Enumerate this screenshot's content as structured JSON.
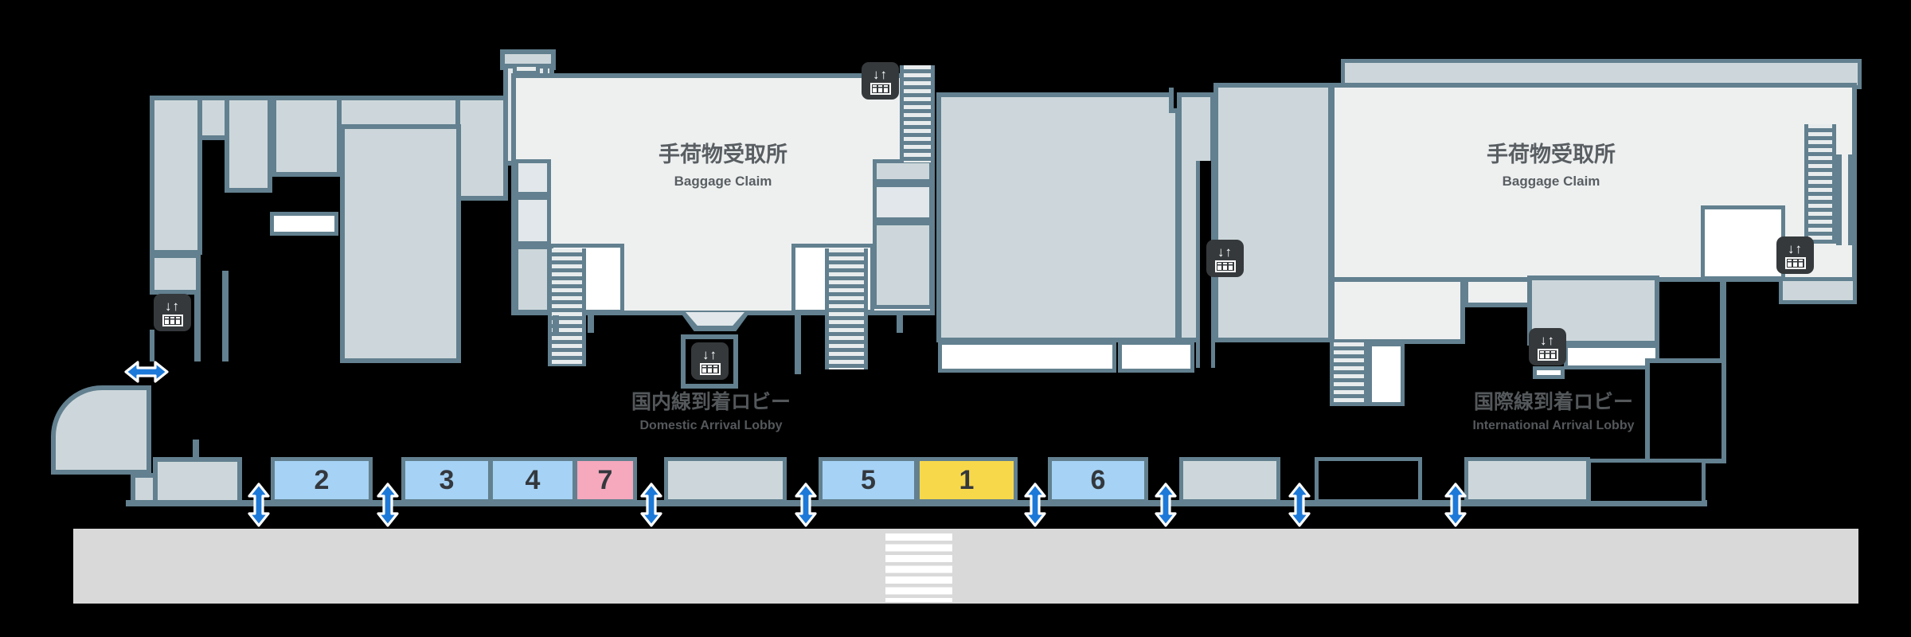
{
  "page": {
    "type": "airport-terminal-arrival-floor-map"
  },
  "labels": {
    "baggage_claim_jp": "手荷物受取所",
    "baggage_claim_en": "Baggage Claim",
    "domestic_lobby_jp": "国内線到着ロビー",
    "domestic_lobby_en": "Domestic Arrival Lobby",
    "international_lobby_jp": "国際線到着ロビー",
    "international_lobby_en": "International Arrival Lobby"
  },
  "entrance_stops": [
    {
      "label": "2",
      "type": "blue"
    },
    {
      "label": "3",
      "type": "blue"
    },
    {
      "label": "4",
      "type": "blue"
    },
    {
      "label": "7",
      "type": "pink"
    },
    {
      "label": "5",
      "type": "blue"
    },
    {
      "label": "1",
      "type": "yellow"
    },
    {
      "label": "6",
      "type": "blue"
    }
  ],
  "icons": {
    "elevator_arrows": "↓↑",
    "elevator": "elevator-icon",
    "entrance_arrow": "double-headed-arrow-icon"
  },
  "colors": {
    "background": "#000000",
    "outline": "#62808f",
    "building_fill": "#cdd7db",
    "hall_fill": "#eef0f0",
    "room_fill": "#e1e7ea",
    "white_room": "#ffffff",
    "road": "#d9d9d9",
    "stop_blue": "#a5d2f5",
    "stop_pink": "#f6a8bd",
    "stop_yellow": "#f8d84b",
    "arrow_blue": "#1d79d8",
    "icon_dark": "#35393c"
  }
}
